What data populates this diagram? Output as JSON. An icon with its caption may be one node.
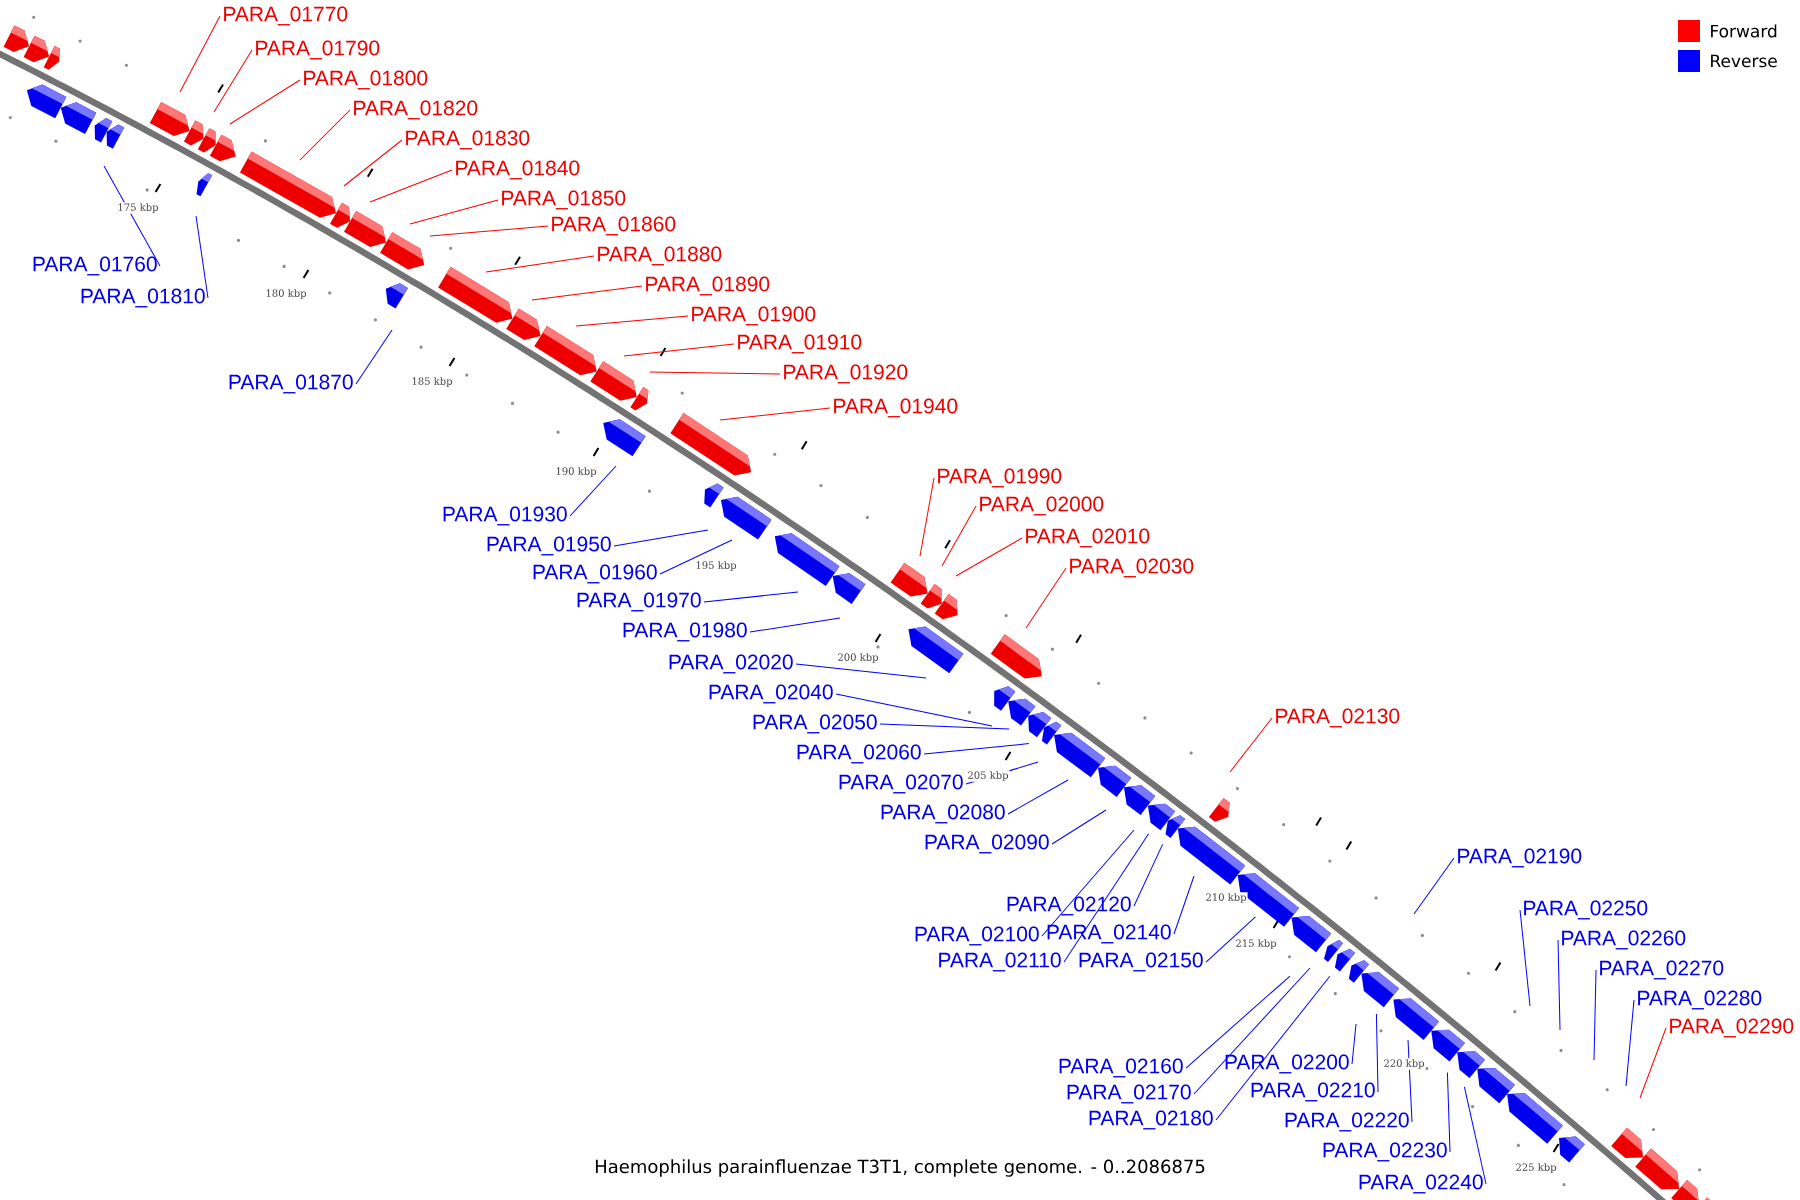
{
  "diagram": {
    "caption": "Haemophilus parainfluenzae T3T1, complete genome. - 0..2086875",
    "nodes": [
      {
        "text": [
          "PARA_01770"
        ]
      },
      {
        "text": [
          "PARA_01790"
        ]
      },
      {
        "text": [
          "PARA_01800"
        ]
      },
      {
        "text": [
          "PARA_01820"
        ]
      },
      {
        "text": [
          "PARA_01830"
        ]
      },
      {
        "text": [
          "PARA_01840"
        ]
      },
      {
        "text": [
          "PARA_01850"
        ]
      },
      {
        "text": [
          "PARA_01860"
        ]
      },
      {
        "text": [
          "PARA_01880"
        ]
      },
      {
        "text": [
          "PARA_01890"
        ]
      },
      {
        "text": [
          "PARA_01900"
        ]
      },
      {
        "text": [
          "PARA_01910"
        ]
      },
      {
        "text": [
          "PARA_01920"
        ]
      },
      {
        "text": [
          "PARA_01940"
        ]
      },
      {
        "text": [
          "PARA_01990"
        ]
      },
      {
        "text": [
          "PARA_02000"
        ]
      },
      {
        "text": [
          "PARA_02010"
        ]
      },
      {
        "text": [
          "PARA_02030"
        ]
      },
      {
        "text": [
          "PARA_02130"
        ]
      },
      {
        "text": [
          "PARA_02290"
        ]
      },
      {
        "text": [
          "PARA_01760"
        ]
      },
      {
        "text": [
          "PARA_01810"
        ]
      },
      {
        "text": [
          "PARA_01870"
        ]
      },
      {
        "text": [
          "PARA_01930"
        ]
      },
      {
        "text": [
          "PARA_01950"
        ]
      },
      {
        "text": [
          "PARA_01960"
        ]
      },
      {
        "text": [
          "PARA_01970"
        ]
      },
      {
        "text": [
          "PARA_01980"
        ]
      },
      {
        "text": [
          "PARA_02020"
        ]
      },
      {
        "text": [
          "PARA_02040"
        ]
      },
      {
        "text": [
          "PARA_02050"
        ]
      },
      {
        "text": [
          "PARA_02060"
        ]
      },
      {
        "text": [
          "PARA_02070"
        ]
      },
      {
        "text": [
          "PARA_02080"
        ]
      },
      {
        "text": [
          "PARA_02090"
        ]
      },
      {
        "text": [
          "PARA_02120"
        ]
      },
      {
        "text": [
          "PARA_02100"
        ]
      },
      {
        "text": [
          "PARA_02140"
        ]
      },
      {
        "text": [
          "PARA_02110"
        ]
      },
      {
        "text": [
          "PARA_02150"
        ]
      },
      {
        "text": [
          "PARA_02160"
        ]
      },
      {
        "text": [
          "PARA_02170"
        ]
      },
      {
        "text": [
          "PARA_02180"
        ]
      },
      {
        "text": [
          "PARA_02200"
        ]
      },
      {
        "text": [
          "PARA_02210"
        ]
      },
      {
        "text": [
          "PARA_02220"
        ]
      },
      {
        "text": [
          "PARA_02230"
        ]
      },
      {
        "text": [
          "PARA_02240"
        ]
      },
      {
        "text": [
          "PARA_02190"
        ]
      },
      {
        "text": [
          "PARA_02250"
        ]
      },
      {
        "text": [
          "PARA_02260"
        ]
      },
      {
        "text": [
          "PARA_02270"
        ]
      },
      {
        "text": [
          "PARA_02280"
        ]
      }
    ],
    "edges": [
      {
        "from": 0,
        "to": null,
        "arrow": "none",
        "color": "#ff0000"
      },
      {
        "from": 1,
        "to": null,
        "arrow": "none",
        "color": "#ff0000"
      },
      {
        "from": 2,
        "to": null,
        "arrow": "none",
        "color": "#ff0000"
      },
      {
        "from": 3,
        "to": null,
        "arrow": "none",
        "color": "#ff0000"
      },
      {
        "from": 4,
        "to": null,
        "arrow": "none",
        "color": "#ff0000"
      },
      {
        "from": 5,
        "to": null,
        "arrow": "none",
        "color": "#ff0000"
      },
      {
        "from": 6,
        "to": null,
        "arrow": "none",
        "color": "#ff0000"
      },
      {
        "from": 7,
        "to": null,
        "arrow": "none",
        "color": "#ff0000"
      },
      {
        "from": 8,
        "to": null,
        "arrow": "none",
        "color": "#ff0000"
      },
      {
        "from": 9,
        "to": null,
        "arrow": "none",
        "color": "#ff0000"
      },
      {
        "from": 10,
        "to": null,
        "arrow": "none",
        "color": "#ff0000"
      },
      {
        "from": 11,
        "to": null,
        "arrow": "none",
        "color": "#ff0000"
      },
      {
        "from": 12,
        "to": null,
        "arrow": "none",
        "color": "#ff0000"
      },
      {
        "from": 13,
        "to": null,
        "arrow": "none",
        "color": "#ff0000"
      },
      {
        "from": 14,
        "to": null,
        "arrow": "none",
        "color": "#ff0000"
      },
      {
        "from": 15,
        "to": null,
        "arrow": "none",
        "color": "#ff0000"
      },
      {
        "from": 16,
        "to": null,
        "arrow": "none",
        "color": "#ff0000"
      },
      {
        "from": 17,
        "to": null,
        "arrow": "none",
        "color": "#ff0000"
      },
      {
        "from": 18,
        "to": null,
        "arrow": "none",
        "color": "#ff0000"
      },
      {
        "from": 19,
        "to": null,
        "arrow": "none",
        "color": "#ff0000"
      },
      {
        "from": 20,
        "to": null,
        "arrow": "none"
      },
      {
        "from": 21,
        "to": null,
        "arrow": "none"
      },
      {
        "from": 22,
        "to": null,
        "arrow": "none"
      },
      {
        "from": 23,
        "to": null,
        "arrow": "none"
      },
      {
        "from": 24,
        "to": null,
        "arrow": "none"
      },
      {
        "from": 25,
        "to": null,
        "arrow": "none"
      },
      {
        "from": 26,
        "to": null,
        "arrow": "none"
      },
      {
        "from": 27,
        "to": null,
        "arrow": "none"
      },
      {
        "from": 28,
        "to": null,
        "arrow": "none"
      },
      {
        "from": 29,
        "to": null,
        "arrow": "none"
      },
      {
        "from": 30,
        "to": null,
        "arrow": "none"
      },
      {
        "from": 31,
        "to": null,
        "arrow": "none"
      },
      {
        "from": 32,
        "to": null,
        "arrow": "none"
      },
      {
        "from": 33,
        "to": null,
        "arrow": "none"
      },
      {
        "from": 34,
        "to": null,
        "arrow": "none"
      },
      {
        "from": 35,
        "to": null,
        "arrow": "none"
      },
      {
        "from": 36,
        "to": null,
        "arrow": "none"
      },
      {
        "from": 37,
        "to": null,
        "arrow": "none"
      },
      {
        "from": 38,
        "to": null,
        "arrow": "none"
      },
      {
        "from": 39,
        "to": null,
        "arrow": "none"
      },
      {
        "from": 40,
        "to": null,
        "arrow": "none"
      },
      {
        "from": 41,
        "to": null,
        "arrow": "none"
      },
      {
        "from": 42,
        "to": null,
        "arrow": "none"
      },
      {
        "from": 43,
        "to": null,
        "arrow": "none"
      },
      {
        "from": 44,
        "to": null,
        "arrow": "none"
      },
      {
        "from": 45,
        "to": null,
        "arrow": "none"
      },
      {
        "from": 46,
        "to": null,
        "arrow": "none"
      },
      {
        "from": 47,
        "to": null,
        "arrow": "none"
      },
      {
        "from": 48,
        "to": null,
        "arrow": "none"
      },
      {
        "from": 49,
        "to": null,
        "arrow": "none"
      },
      {
        "from": 50,
        "to": null,
        "arrow": "none"
      },
      {
        "from": 51,
        "to": null,
        "arrow": "none"
      },
      {
        "from": 52,
        "to": null,
        "arrow": "none"
      }
    ],
    "labels": [
      "175 kbp",
      "180 kbp",
      "185 kbp",
      "190 kbp",
      "195 kbp",
      "200 kbp",
      "205 kbp",
      "210 kbp",
      "215 kbp",
      "220 kbp",
      "225 kbp"
    ],
    "legend": [
      {
        "text": "Forward",
        "color": "#ff0000"
      },
      {
        "text": "Reverse",
        "color": "#0000ff"
      }
    ]
  }
}
